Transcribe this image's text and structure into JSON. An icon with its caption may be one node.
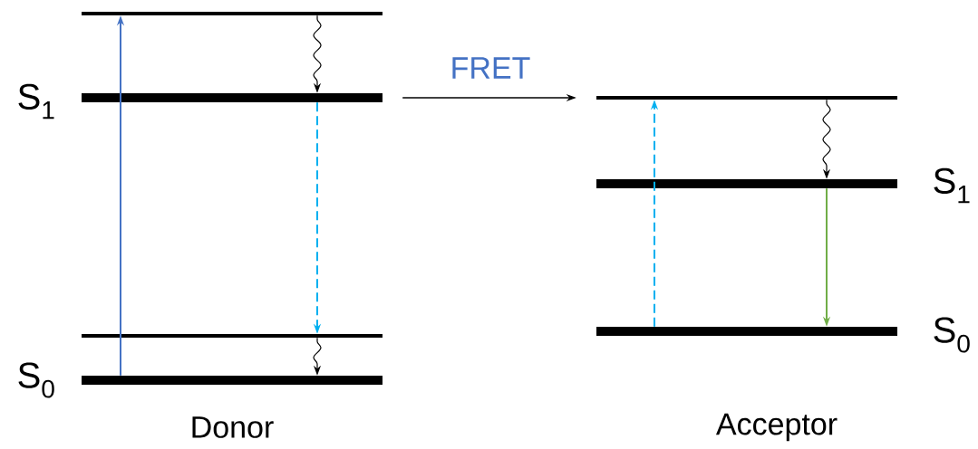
{
  "diagram": {
    "nodes": [
      {
        "text": [],
        "shape": "bar"
      },
      {
        "text": [],
        "shape": "bar",
        "beside": [
          "S$_{1}$"
        ]
      },
      {
        "text": [],
        "shape": "bar"
      },
      {
        "text": [],
        "shape": "bar",
        "beside": [
          "S$_{0}$"
        ]
      },
      {
        "text": [],
        "shape": "bar"
      },
      {
        "text": [],
        "shape": "bar",
        "beside": [
          "S$_{1}$"
        ]
      },
      {
        "text": [],
        "shape": "bar",
        "beside": [
          "S$_{0}$"
        ]
      }
    ],
    "edges": [
      {
        "from": 3,
        "to": 0,
        "arrow": "to",
        "color": "#4472c4"
      },
      {
        "from": 0,
        "to": 1,
        "arrow": "to"
      },
      {
        "from": 1,
        "to": 2,
        "arrow": "to",
        "style": "dashed",
        "color": "#00b0f0"
      },
      {
        "from": 2,
        "to": 3,
        "arrow": "to"
      },
      {
        "from": 1,
        "to": 4,
        "arrow": "to",
        "label": "FRET"
      },
      {
        "from": 6,
        "to": 4,
        "arrow": "to",
        "style": "dashed",
        "color": "#00b0f0"
      },
      {
        "from": 4,
        "to": 5,
        "arrow": "to"
      },
      {
        "from": 5,
        "to": 6,
        "arrow": "to",
        "color": "#70ad47"
      }
    ],
    "labels": [
      "Donor",
      "Acceptor"
    ]
  }
}
